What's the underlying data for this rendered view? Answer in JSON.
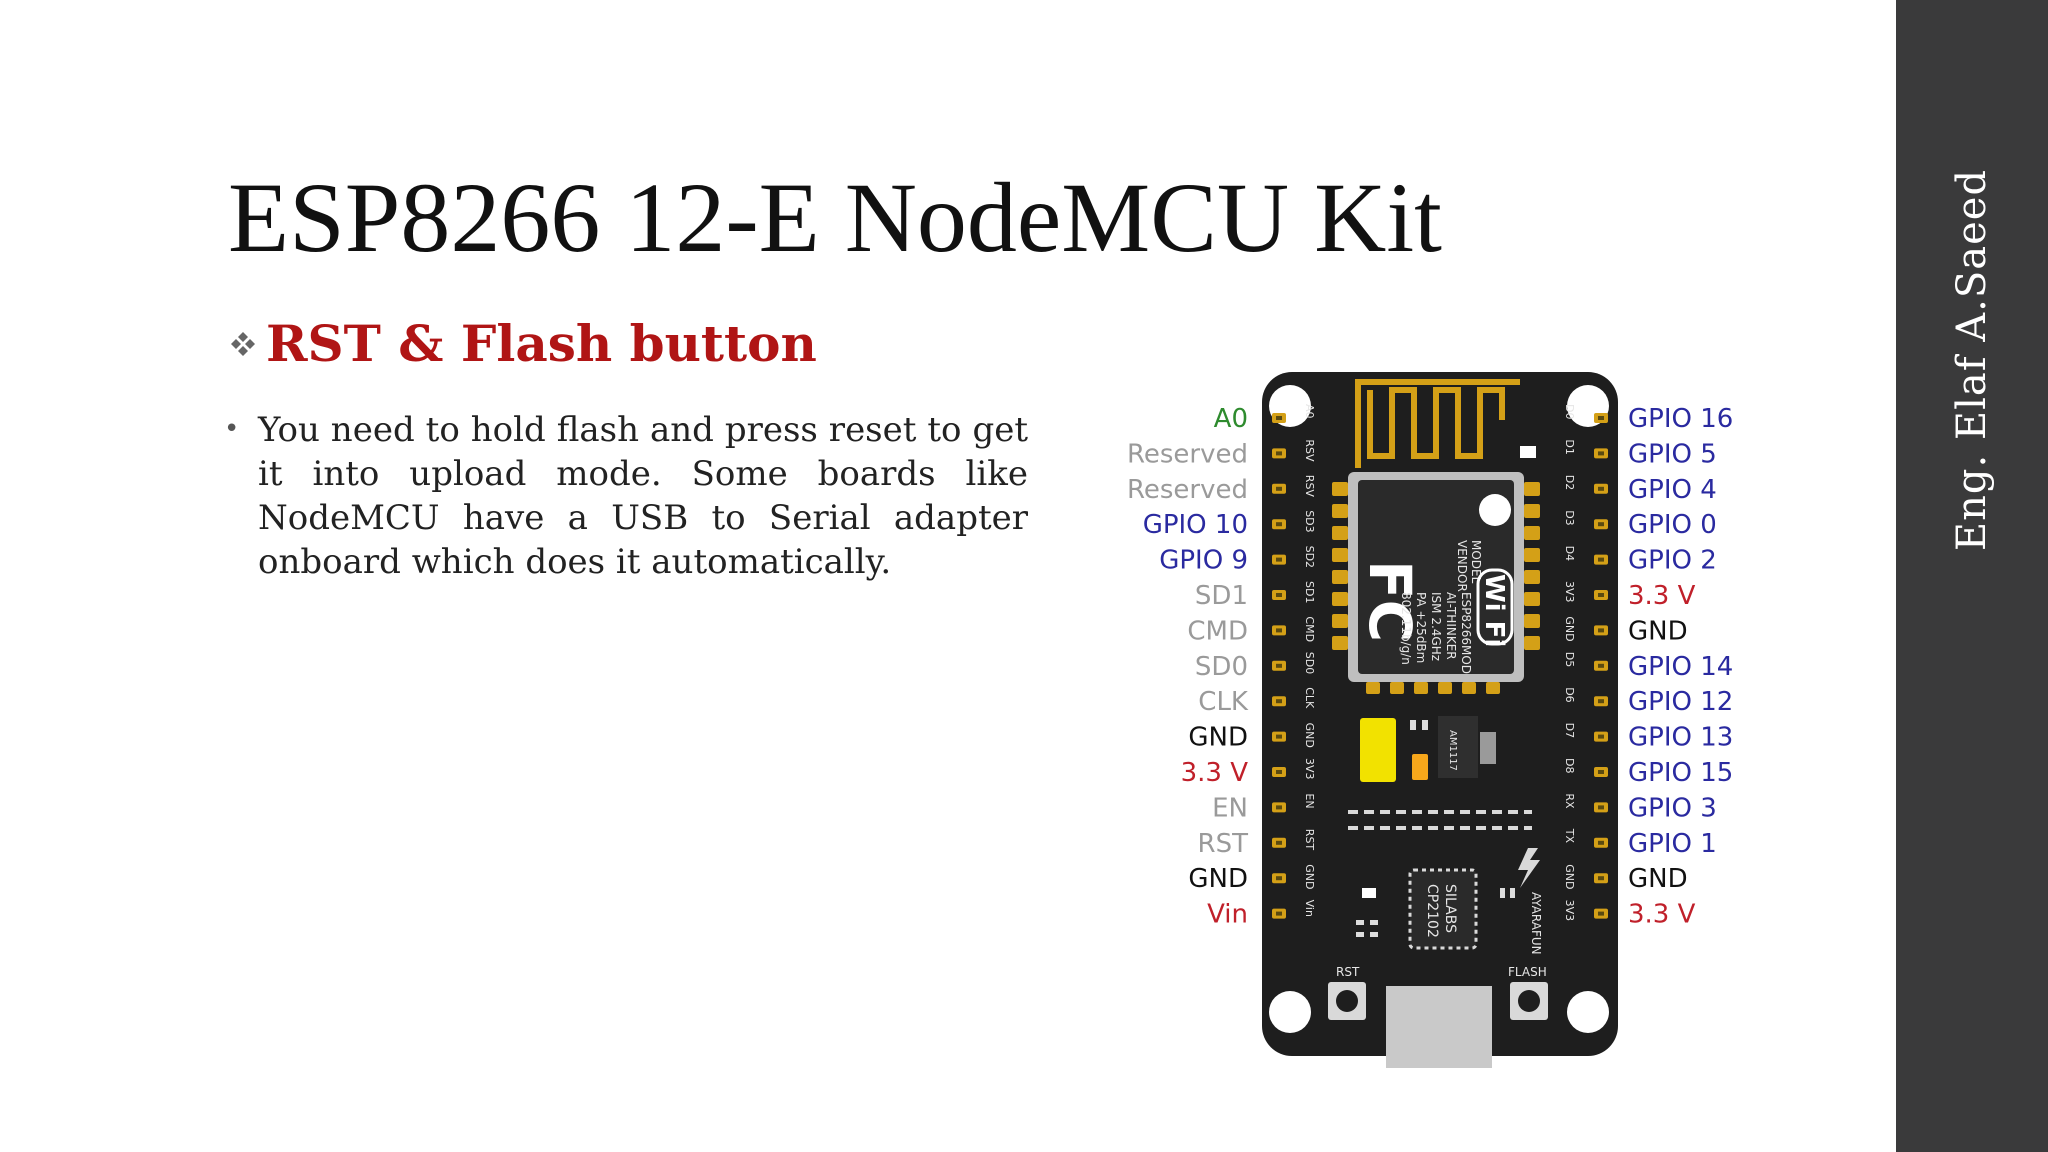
{
  "slide": {
    "title": "ESP8266 12-E NodeMCU Kit",
    "subheading": "RST & Flash button",
    "bullet": "You need to hold flash and press reset to get it into upload mode. Some boards like NodeMCU have a USB to Serial adapter onboard which does it automatically.",
    "author": "Eng. Elaf A.Saeed"
  },
  "colors": {
    "subheading": "#b01515",
    "sidebar": "#3a3a3b",
    "gpio_label": "#2a2aa0",
    "power_label": "#c0202a",
    "gnd_label": "#111111",
    "analog_label": "#2e8b2e",
    "reserved_label": "#9a9a9a",
    "board": "#1e1e1e",
    "antenna": "#d4a017",
    "capacitor": "#f2e200"
  },
  "board": {
    "left_labels": [
      "A0",
      "Reserved",
      "Reserved",
      "GPIO 10",
      "GPIO 9",
      "SD1",
      "CMD",
      "SD0",
      "CLK",
      "GND",
      "3.3 V",
      "EN",
      "RST",
      "GND",
      "Vin"
    ],
    "right_labels": [
      "GPIO 16",
      "GPIO 5",
      "GPIO 4",
      "GPIO 0",
      "GPIO 2",
      "3.3 V",
      "GND",
      "GPIO 14",
      "GPIO 12",
      "GPIO 13",
      "GPIO 15",
      "GPIO 3",
      "GPIO 1",
      "GND",
      "3.3 V"
    ],
    "left_pins": [
      "A0",
      "RSV",
      "RSV",
      "SD3",
      "SD2",
      "SD1",
      "CMD",
      "SD0",
      "CLK",
      "GND",
      "3V3",
      "EN",
      "RST",
      "GND",
      "Vin"
    ],
    "right_pins": [
      "D0",
      "D1",
      "D2",
      "D3",
      "D4",
      "3V3",
      "GND",
      "D5",
      "D6",
      "D7",
      "D8",
      "RX",
      "TX",
      "GND",
      "3V3"
    ],
    "rst_label": "RST",
    "flash_label": "FLASH",
    "module_lines": [
      "MODEL",
      "VENDOR",
      "ESP8266MOD",
      "AI-THINKER",
      "ISM 2.4GHz",
      "PA +25dBm",
      "802.11b/g/n"
    ],
    "fcc_logo": "FC",
    "wifi_logo": "Wi Fi",
    "chip_lines": [
      "SILABS",
      "CP2102"
    ],
    "maker": "AYARAFUN",
    "regulator": "AM1117"
  }
}
